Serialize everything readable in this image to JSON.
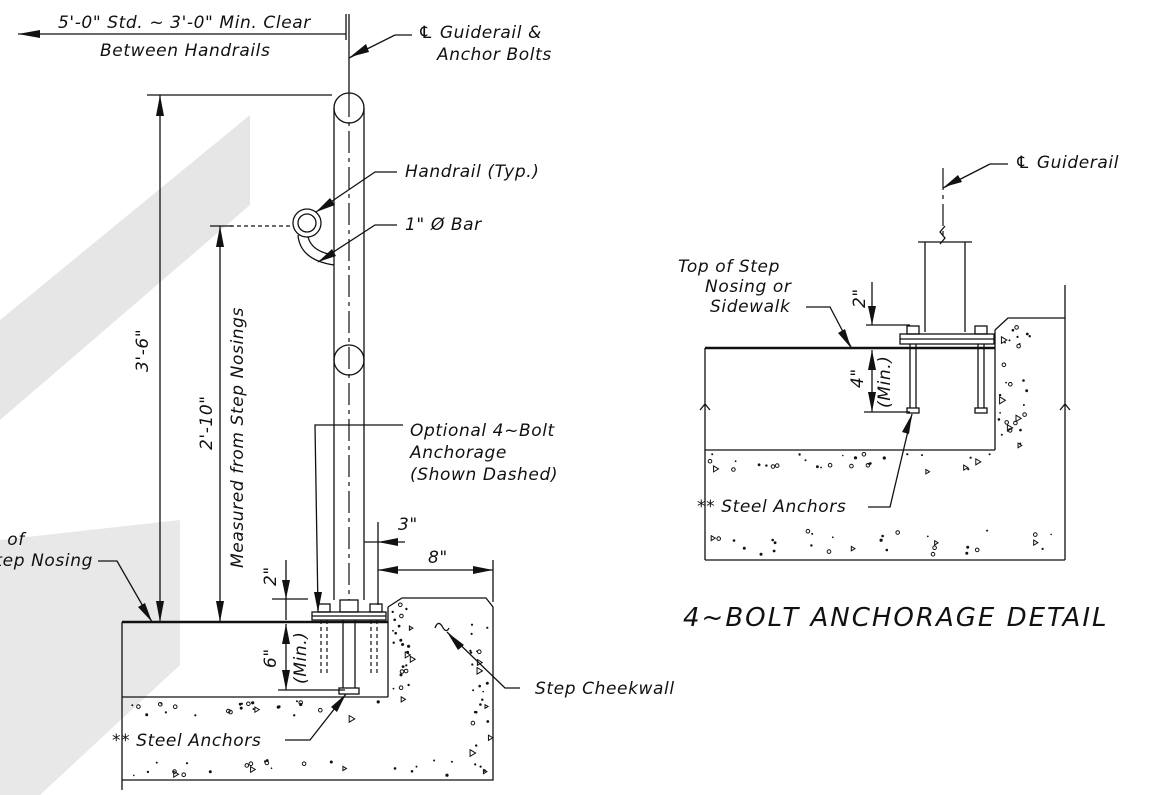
{
  "labels": {
    "clear_width_line1": "5'-0\" Std. ~ 3'-0\" Min. Clear",
    "clear_width_line2": "Between Handrails",
    "cl_guiderail_line1": "℄ Guiderail &",
    "cl_guiderail_line2": "Anchor Bolts",
    "handrail": "Handrail (Typ.)",
    "bar": "1\" Ø Bar",
    "dim_overall": "3'-6\"",
    "dim_handrail": "2'-10\"",
    "measured_from": "Measured from Step Nosings",
    "optional_line1": "Optional 4~Bolt",
    "optional_line2": "Anchorage",
    "optional_line3": "(Shown Dashed)",
    "dim_3in": "3\"",
    "dim_8in": "8\"",
    "dim_2in": "2\"",
    "dim_6in": "6\"",
    "min": "(Min.)",
    "top_of_nosing_line1": "Top of",
    "top_of_nosing_line2": "Step Nosing",
    "step_cheekwall": "Step Cheekwall",
    "steel_anchors": "** Steel Anchors"
  },
  "detail": {
    "cl_guiderail": "℄ Guiderail",
    "top_of_step_line1": "Top of Step",
    "top_of_step_line2": "Nosing or",
    "top_of_step_line3": "Sidewalk",
    "dim_2in": "2\"",
    "dim_4in": "4\"",
    "min": "(Min.)",
    "steel_anchors": "** Steel Anchors",
    "title": "4~BOLT ANCHORAGE DETAIL"
  },
  "colors": {
    "ink": "#111111",
    "watermark": "#e6e6e6",
    "background": "#ffffff"
  }
}
